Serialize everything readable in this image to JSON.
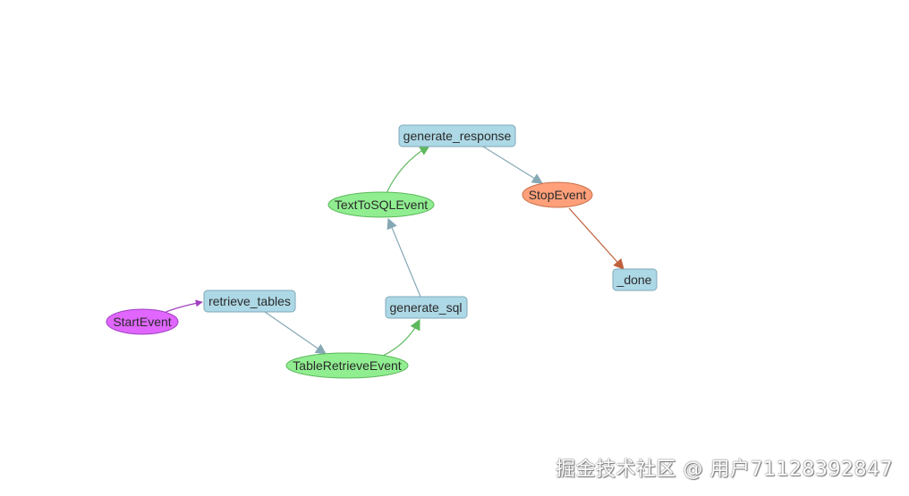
{
  "colors": {
    "step_fill": "#ADD8E6",
    "step_stroke": "#7fa8b8",
    "event_fill": "#90EE90",
    "event_stroke": "#5cb85c",
    "start_fill": "#E066FF",
    "start_stroke": "#a040c0",
    "stop_fill": "#FFA07A",
    "stop_stroke": "#c8704a",
    "edge_step": "#86a8b4",
    "edge_event": "#5cb85c",
    "edge_start": "#a040c0",
    "edge_stop": "#c0603a"
  },
  "nodes": {
    "start_event": "StartEvent",
    "retrieve_tables": "retrieve_tables",
    "table_retrieve_event": "TableRetrieveEvent",
    "generate_sql": "generate_sql",
    "text_to_sql_event": "TextToSQLEvent",
    "generate_response": "generate_response",
    "stop_event": "StopEvent",
    "done": "_done"
  },
  "watermark": "掘金技术社区 @ 用户71128392847"
}
